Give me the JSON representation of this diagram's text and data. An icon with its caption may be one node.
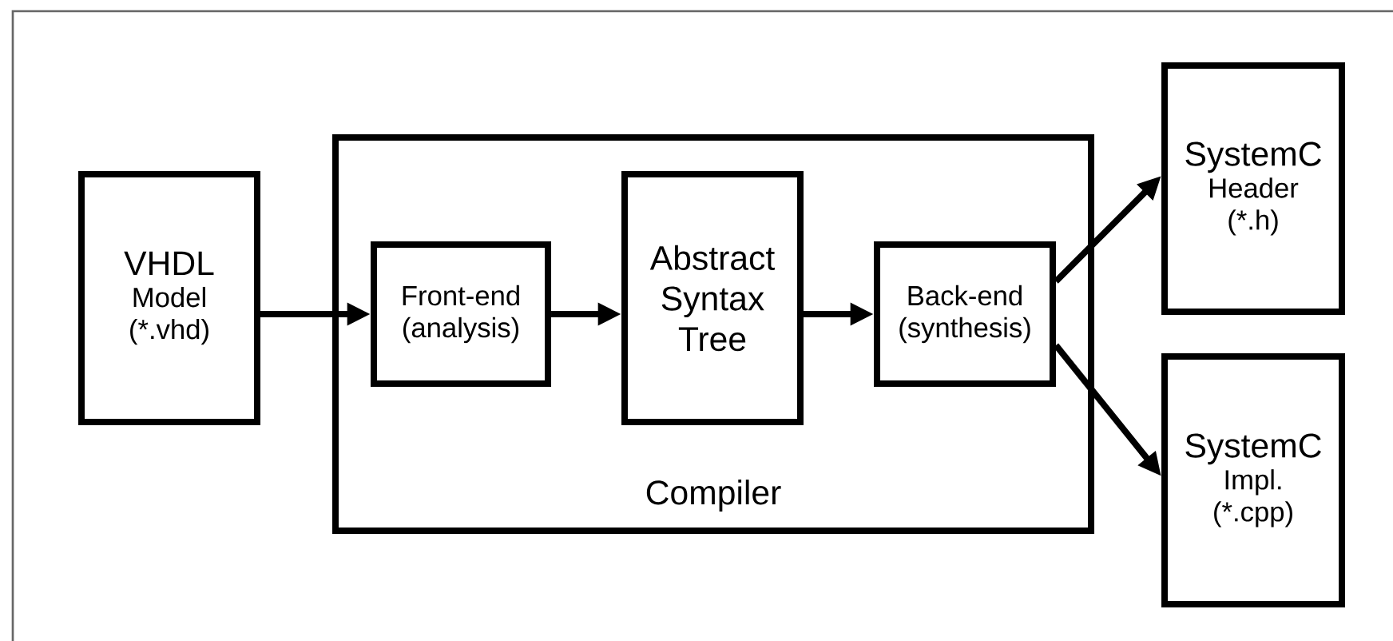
{
  "diagram": {
    "nodes": [
      {
        "text": [
          "VHDL",
          "Model (*.vhd)"
        ]
      },
      {
        "text": [
          "Compiler"
        ]
      },
      {
        "text": [
          "Front-end (analysis)"
        ],
        "in": 1
      },
      {
        "text": [
          "Abstract Syntax Tree"
        ],
        "in": 1
      },
      {
        "text": [
          "Back-end (synthesis)"
        ],
        "in": 1
      },
      {
        "text": [
          "SystemC",
          "Header (*.h)"
        ]
      },
      {
        "text": [
          "SystemC",
          "Impl. (*.cpp)"
        ]
      }
    ],
    "edges": [
      {
        "from": 0,
        "to": 2,
        "arrow": "to"
      },
      {
        "from": 2,
        "to": 3,
        "arrow": "to"
      },
      {
        "from": 3,
        "to": 4,
        "arrow": "to"
      },
      {
        "from": 4,
        "to": 5,
        "arrow": "to"
      },
      {
        "from": 4,
        "to": 6,
        "arrow": "to"
      }
    ]
  }
}
